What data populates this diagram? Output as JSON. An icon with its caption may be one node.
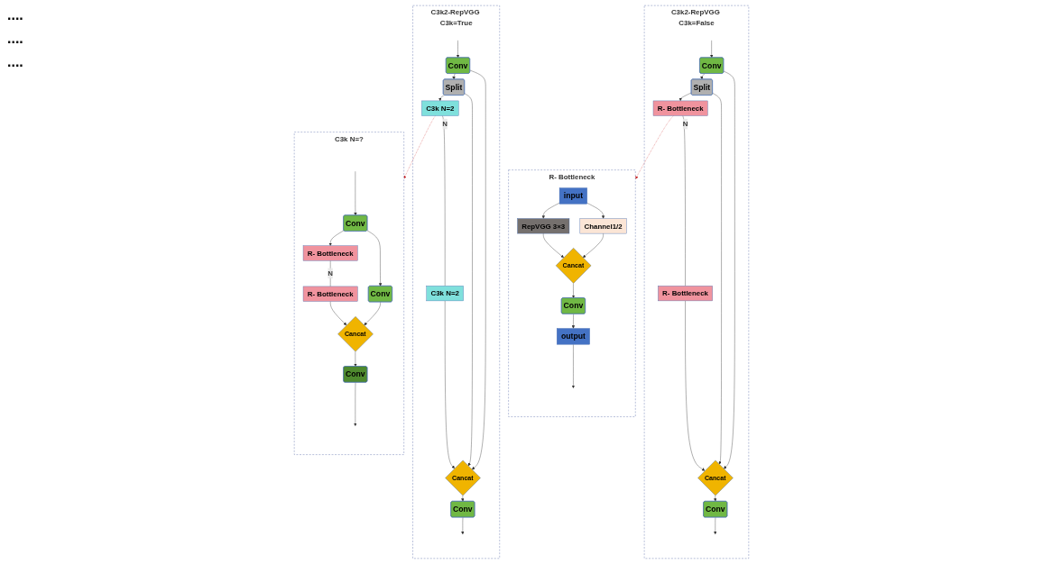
{
  "diagram": {
    "nodes": [
      {
        "text": [
          "C3k N=?"
        ]
      },
      {
        "text": [
          "Conv"
        ],
        "in": 0
      },
      {
        "text": [
          "Conv"
        ],
        "in": 0
      },
      {
        "text": [
          "R- Bottleneck"
        ],
        "in": 0
      },
      {
        "text": [
          "R- Bottleneck"
        ],
        "in": 0
      },
      {
        "text": [
          "Cancat"
        ],
        "in": 0
      },
      {
        "text": [
          "Conv"
        ],
        "in": 0
      },
      {
        "text": [
          "C3k2-RepVGG C3k=True"
        ]
      },
      {
        "text": [
          "Conv"
        ],
        "in": 7
      },
      {
        "text": [
          "Split"
        ],
        "in": 7
      },
      {
        "text": [
          "C3k N=2"
        ],
        "in": 7
      },
      {
        "text": [
          "C3k N=2"
        ],
        "in": 7
      },
      {
        "text": [
          "Cancat"
        ],
        "in": 7
      },
      {
        "text": [
          "Conv"
        ],
        "in": 7
      },
      {
        "text": [
          "C3k2-RepVGG C3k=False"
        ]
      },
      {
        "text": [
          "Conv"
        ],
        "in": 14
      },
      {
        "text": [
          "Split"
        ],
        "in": 14
      },
      {
        "text": [
          "R- Bottleneck"
        ],
        "in": 14
      },
      {
        "text": [
          "R- Bottleneck"
        ],
        "in": 14
      },
      {
        "text": [
          "Cancat"
        ],
        "in": 14
      },
      {
        "text": [
          "Conv"
        ],
        "in": 14
      },
      {
        "text": [
          "R- Bottleneck"
        ]
      },
      {
        "text": [
          "input"
        ],
        "in": 21
      },
      {
        "text": [
          "RepVGG 3×3"
        ],
        "in": 21
      },
      {
        "text": [
          "Channel1/2"
        ],
        "in": 21
      },
      {
        "text": [
          "Cancat"
        ],
        "in": 21
      },
      {
        "text": [
          "Conv"
        ],
        "in": 21
      },
      {
        "text": [
          "output"
        ],
        "in": 21
      }
    ],
    "edges": [
      {
        "from": null,
        "to": 1,
        "arrow": "to"
      },
      {
        "from": 1,
        "to": 2,
        "arrow": "to"
      },
      {
        "from": 1,
        "to": 3,
        "arrow": "to"
      },
      {
        "from": 3,
        "to": 4,
        "arrow": "none",
        "label": "N"
      },
      {
        "from": 4,
        "to": 5,
        "arrow": "to"
      },
      {
        "from": 2,
        "to": 5,
        "arrow": "to"
      },
      {
        "from": 5,
        "to": 6,
        "arrow": "to"
      },
      {
        "from": 6,
        "to": null,
        "arrow": "to"
      },
      {
        "from": null,
        "to": 8,
        "arrow": "to"
      },
      {
        "from": 8,
        "to": 9,
        "arrow": "to"
      },
      {
        "from": 8,
        "to": 12,
        "arrow": "to"
      },
      {
        "from": 9,
        "to": 12,
        "arrow": "to"
      },
      {
        "from": 9,
        "to": 10,
        "arrow": "to"
      },
      {
        "from": 10,
        "to": 11,
        "arrow": "none",
        "label": "N"
      },
      {
        "from": 11,
        "to": 12,
        "arrow": "to"
      },
      {
        "from": 12,
        "to": 13,
        "arrow": "to"
      },
      {
        "from": 13,
        "to": null,
        "arrow": "to"
      },
      {
        "from": 10,
        "to": 0,
        "arrow": "to",
        "style": "dashed",
        "color": "#cc2222"
      },
      {
        "from": null,
        "to": 15,
        "arrow": "to"
      },
      {
        "from": 15,
        "to": 16,
        "arrow": "to"
      },
      {
        "from": 15,
        "to": 19,
        "arrow": "to"
      },
      {
        "from": 16,
        "to": 19,
        "arrow": "to"
      },
      {
        "from": 16,
        "to": 17,
        "arrow": "to"
      },
      {
        "from": 17,
        "to": 18,
        "arrow": "none",
        "label": "N"
      },
      {
        "from": 18,
        "to": 19,
        "arrow": "to"
      },
      {
        "from": 19,
        "to": 20,
        "arrow": "to"
      },
      {
        "from": 20,
        "to": null,
        "arrow": "to"
      },
      {
        "from": 17,
        "to": 21,
        "arrow": "to",
        "style": "dashed",
        "color": "#cc2222"
      },
      {
        "from": 22,
        "to": 23,
        "arrow": "to"
      },
      {
        "from": 22,
        "to": 24,
        "arrow": "to"
      },
      {
        "from": 23,
        "to": 25,
        "arrow": "to"
      },
      {
        "from": 24,
        "to": 25,
        "arrow": "to"
      },
      {
        "from": 25,
        "to": 26,
        "arrow": "to"
      },
      {
        "from": 26,
        "to": 27,
        "arrow": "to"
      },
      {
        "from": 27,
        "to": null,
        "arrow": "to"
      }
    ],
    "labels": [
      "....",
      "....",
      "...."
    ]
  }
}
